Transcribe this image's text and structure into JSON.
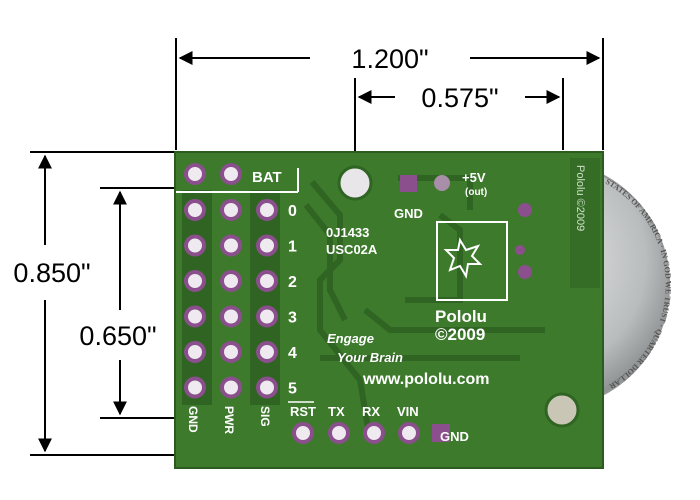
{
  "dimensions": {
    "overall_width": "1.200\"",
    "mount_spacing_x": "0.575\"",
    "overall_height": "0.850\"",
    "header_height": "0.650\""
  },
  "board": {
    "bat_label": "BAT",
    "channel_numbers": [
      "0",
      "1",
      "2",
      "3",
      "4",
      "5"
    ],
    "column_labels": [
      "GND",
      "PWR",
      "SIG"
    ],
    "part_code_1": "0J1433",
    "part_code_2": "USC02A",
    "gnd_top_label": "GND",
    "v5_label": "+5V",
    "v5_sub": "(out)",
    "brand": "Pololu",
    "copyright": "©2009",
    "side_text": "Pololu ©2009",
    "slogan_1": "Engage",
    "slogan_2": "Your Brain",
    "website": "www.pololu.com",
    "bottom_pins": [
      "RST",
      "TX",
      "RX",
      "VIN"
    ],
    "bottom_gnd": "GND"
  },
  "coin": {
    "lettering": "STATES OF AMERICA · IN GOD WE TRUST · QUARTER DOLLAR"
  },
  "colors": {
    "pcb": "#3d7a2c",
    "trace": "#2f6422",
    "pad": "#8a4f8c"
  }
}
